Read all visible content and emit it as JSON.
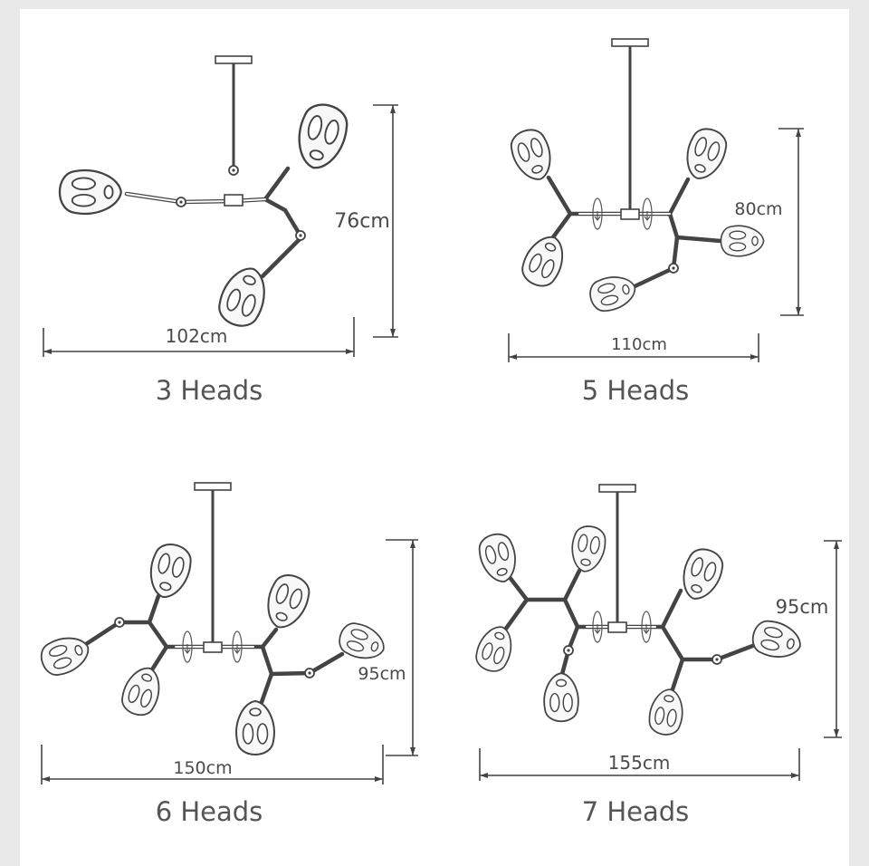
{
  "panels": [
    {
      "name": "3-heads",
      "heads_label": "3 Heads",
      "width_label": "102cm",
      "height_label": "76cm"
    },
    {
      "name": "5-heads",
      "heads_label": "5 Heads",
      "width_label": "110cm",
      "height_label": "80cm"
    },
    {
      "name": "6-heads",
      "heads_label": "6 Heads",
      "width_label": "150cm",
      "height_label": "95cm"
    },
    {
      "name": "7-heads",
      "heads_label": "7 Heads",
      "width_label": "155cm",
      "height_label": "95cm"
    }
  ],
  "colors": {
    "line": "#444444",
    "text": "#4a4a4a",
    "caption": "#555555",
    "frame": "#e9e9e9",
    "paper": "#ffffff"
  },
  "icons": [
    "glass-shade-icon",
    "joint-knuckle-icon",
    "swivel-arrow-icon",
    "ceiling-plate-icon"
  ]
}
